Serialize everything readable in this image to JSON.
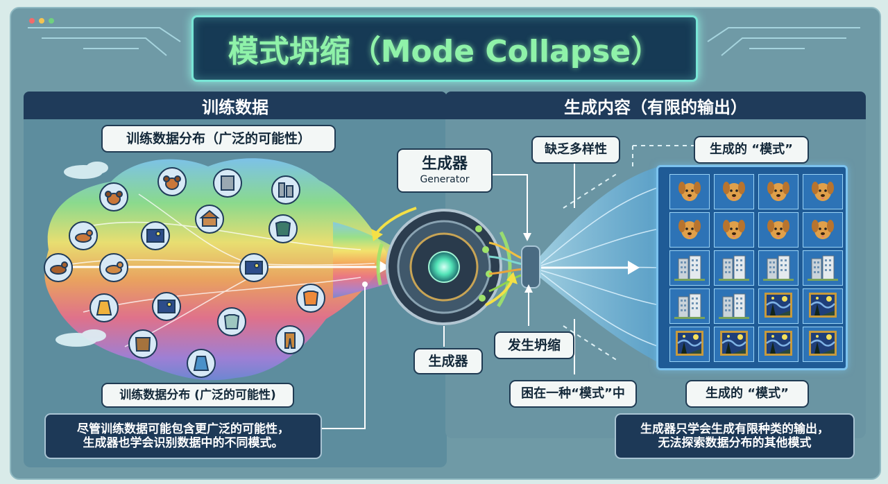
{
  "title": "模式坍缩（Mode Collapse）",
  "left_panel": {
    "heading": "训练数据",
    "top_label": "训练数据分布（广泛的可能性）",
    "bottom_label": "训练数据分布 (广泛的可能性)",
    "note": "尽管训练数据可能包含更广泛的可能性，\n生成器也学会识别数据中的不同模式。"
  },
  "right_panel": {
    "heading": "生成内容（有限的输出）",
    "lack_label": "缺乏多样性",
    "mode_top_label": "生成的 “模式”",
    "mode_bottom_label": "生成的 “模式”",
    "note": "生成器只学会生成有限种类的输出，\n无法探索数据分布的其他模式"
  },
  "generator": {
    "label": "生成器",
    "label_en": "Generator",
    "bottom_label": "生成器",
    "collapse_label": "发生坍缩",
    "stuck_label": "困在一种“模式”中"
  },
  "output_grid": {
    "rows": [
      [
        "dog-icon",
        "dog-icon",
        "dog-icon",
        "dog-icon"
      ],
      [
        "dog-icon",
        "dog-icon",
        "dog-icon",
        "dog-icon"
      ],
      [
        "building-icon",
        "building-icon",
        "building-icon",
        "building-icon"
      ],
      [
        "building-icon",
        "building-icon",
        "painting-icon",
        "painting-icon"
      ],
      [
        "painting-icon",
        "painting-icon",
        "painting-icon",
        "painting-icon"
      ]
    ]
  },
  "training_icons": [
    "dog-icon",
    "building-icon",
    "painting-icon",
    "shirt-icon",
    "dress-icon",
    "jacket-icon",
    "pants-icon"
  ],
  "colors": {
    "title_text": "#8ff2a9",
    "title_glow": "#79e6d6",
    "panel_dark": "#1f3b5a",
    "grid_bg": "#1f5b96"
  }
}
